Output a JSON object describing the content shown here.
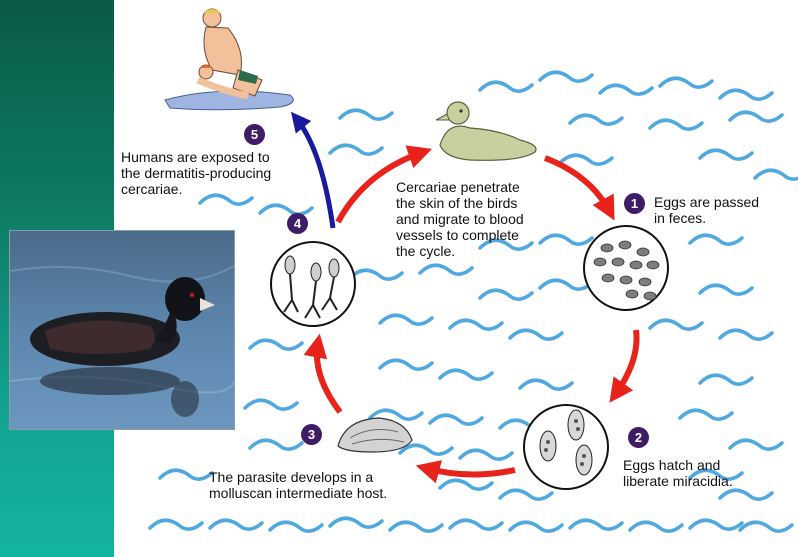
{
  "title": "",
  "colors": {
    "sidebar_top": "#0a5a48",
    "sidebar_bottom": "#14b4a0",
    "wave": "#4fa8e0",
    "arrow_red": "#e8231b",
    "arrow_blue": "#1a1a9c",
    "step_badge": "#3f1d66"
  },
  "steps": [
    {
      "number": "1",
      "text": "Eggs are passed\nin feces."
    },
    {
      "number": "2",
      "text": "Eggs hatch and\nliberate miracidia."
    },
    {
      "number": "3",
      "text": "The parasite develops in a\nmolluscan intermediate host."
    },
    {
      "number": "4",
      "text": "Cercariae penetrate\nthe skin of the birds\nand migrate to blood\nvessels to complete\nthe cycle."
    },
    {
      "number": "5",
      "text": "Humans are exposed to\nthe dermatitis-producing\ncercariae."
    }
  ],
  "illustrations": [
    "duck",
    "eggs-circle",
    "miracidia-circle",
    "snail-shell",
    "cercariae-circle",
    "humans-swimming",
    "coot-photo"
  ]
}
